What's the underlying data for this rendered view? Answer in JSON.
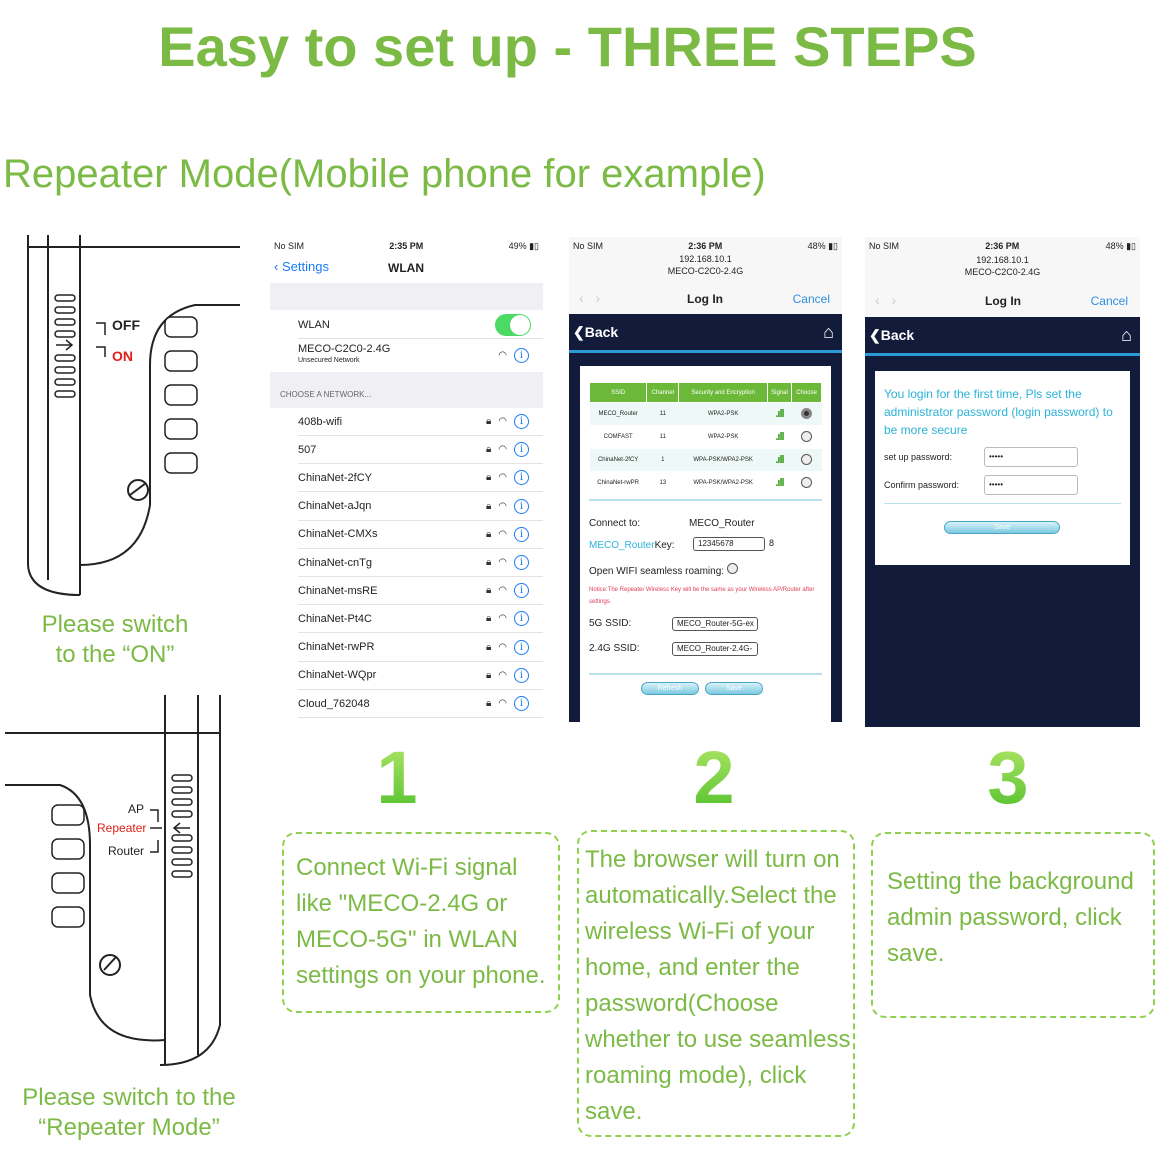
{
  "title": "Easy to set up - THREE STEPS",
  "subtitle": "Repeater Mode(Mobile phone for example)",
  "left": {
    "switch1": {
      "off": "OFF",
      "on": "ON",
      "caption1": "Please switch",
      "caption2": "to the “ON”"
    },
    "switch2": {
      "ap": "AP",
      "repeater": "Repeater",
      "router": "Router",
      "caption1": "Please switch to the",
      "caption2": "“Repeater Mode”"
    }
  },
  "phone1": {
    "status": {
      "carrier": "No SIM",
      "time": "2:35 PM",
      "battery": "49%"
    },
    "back": "Settings",
    "title": "WLAN",
    "wlan_label": "WLAN",
    "wlan_on": true,
    "connected": {
      "name": "MECO-C2C0-2.4G",
      "sub": "Unsecured Network"
    },
    "section": "CHOOSE A NETWORK...",
    "networks": [
      "408b-wifi",
      "507",
      "ChinaNet-2fCY",
      "ChinaNet-aJqn",
      "ChinaNet-CMXs",
      "ChinaNet-cnTg",
      "ChinaNet-msRE",
      "ChinaNet-Pt4C",
      "ChinaNet-rwPR",
      "ChinaNet-WQpr",
      "Cloud_762048"
    ]
  },
  "phone2": {
    "status": {
      "carrier": "No SIM",
      "time": "2:36 PM",
      "battery": "48%"
    },
    "url": "192.168.10.1",
    "ssid": "MECO-C2C0-2.4G",
    "title": "Log In",
    "cancel": "Cancel",
    "back": "Back",
    "table": {
      "headers": [
        "SSID",
        "Channel",
        "Security and Encryption",
        "Signal",
        "Choose"
      ],
      "rows": [
        [
          "MECO_Router",
          "11",
          "WPA2-PSK"
        ],
        [
          "COMFAST",
          "11",
          "WPA2-PSK"
        ],
        [
          "ChinaNet-2fCY",
          "1",
          "WPA-PSK/WPA2-PSK"
        ],
        [
          "ChinaNet-rwPR",
          "13",
          "WPA-PSK/WPA2-PSK"
        ]
      ]
    },
    "connect_label": "Connect to:",
    "connect_value": "MECO_Router",
    "key_prefix": "MECO_Router",
    "key_label": "Key:",
    "key_value": "12345678",
    "key_len": "8",
    "roaming": "Open WIFI seamless roaming:",
    "notice": "Notice:The Repeater Wireless Key will be the same as your Wireless AP/Router after settings.",
    "ssid5_label": "5G SSID:",
    "ssid5_value": "MECO_Router-5G-ex",
    "ssid24_label": "2.4G SSID:",
    "ssid24_value": "MECO_Router-2.4G-",
    "refresh": "Refresh",
    "save": "Save"
  },
  "phone3": {
    "status": {
      "carrier": "No SIM",
      "time": "2:36 PM",
      "battery": "48%"
    },
    "url": "192.168.10.1",
    "ssid": "MECO-C2C0-2.4G",
    "title": "Log In",
    "cancel": "Cancel",
    "back": "Back",
    "message": "You login for the first time, Pls set the administrator password (login password) to be more secure",
    "pw_label": "set up password:",
    "pw_value": "•••••",
    "confirm_label": "Confirm password:",
    "confirm_value": "•••••",
    "save": "Save"
  },
  "steps": [
    {
      "number": "1",
      "text": "Connect Wi-Fi signal like \"MECO-2.4G or MECO-5G\" in WLAN settings on your phone."
    },
    {
      "number": "2",
      "text": "The browser will turn on automatically.Select the wireless Wi-Fi of your home, and enter the password(Choose whether to use seamless roaming mode), click save."
    },
    {
      "number": "3",
      "text": "Setting the background admin password, click save."
    }
  ],
  "colors": {
    "green": "#7cba46",
    "navy": "#121c3a",
    "ios_blue": "#1a7cf5"
  }
}
